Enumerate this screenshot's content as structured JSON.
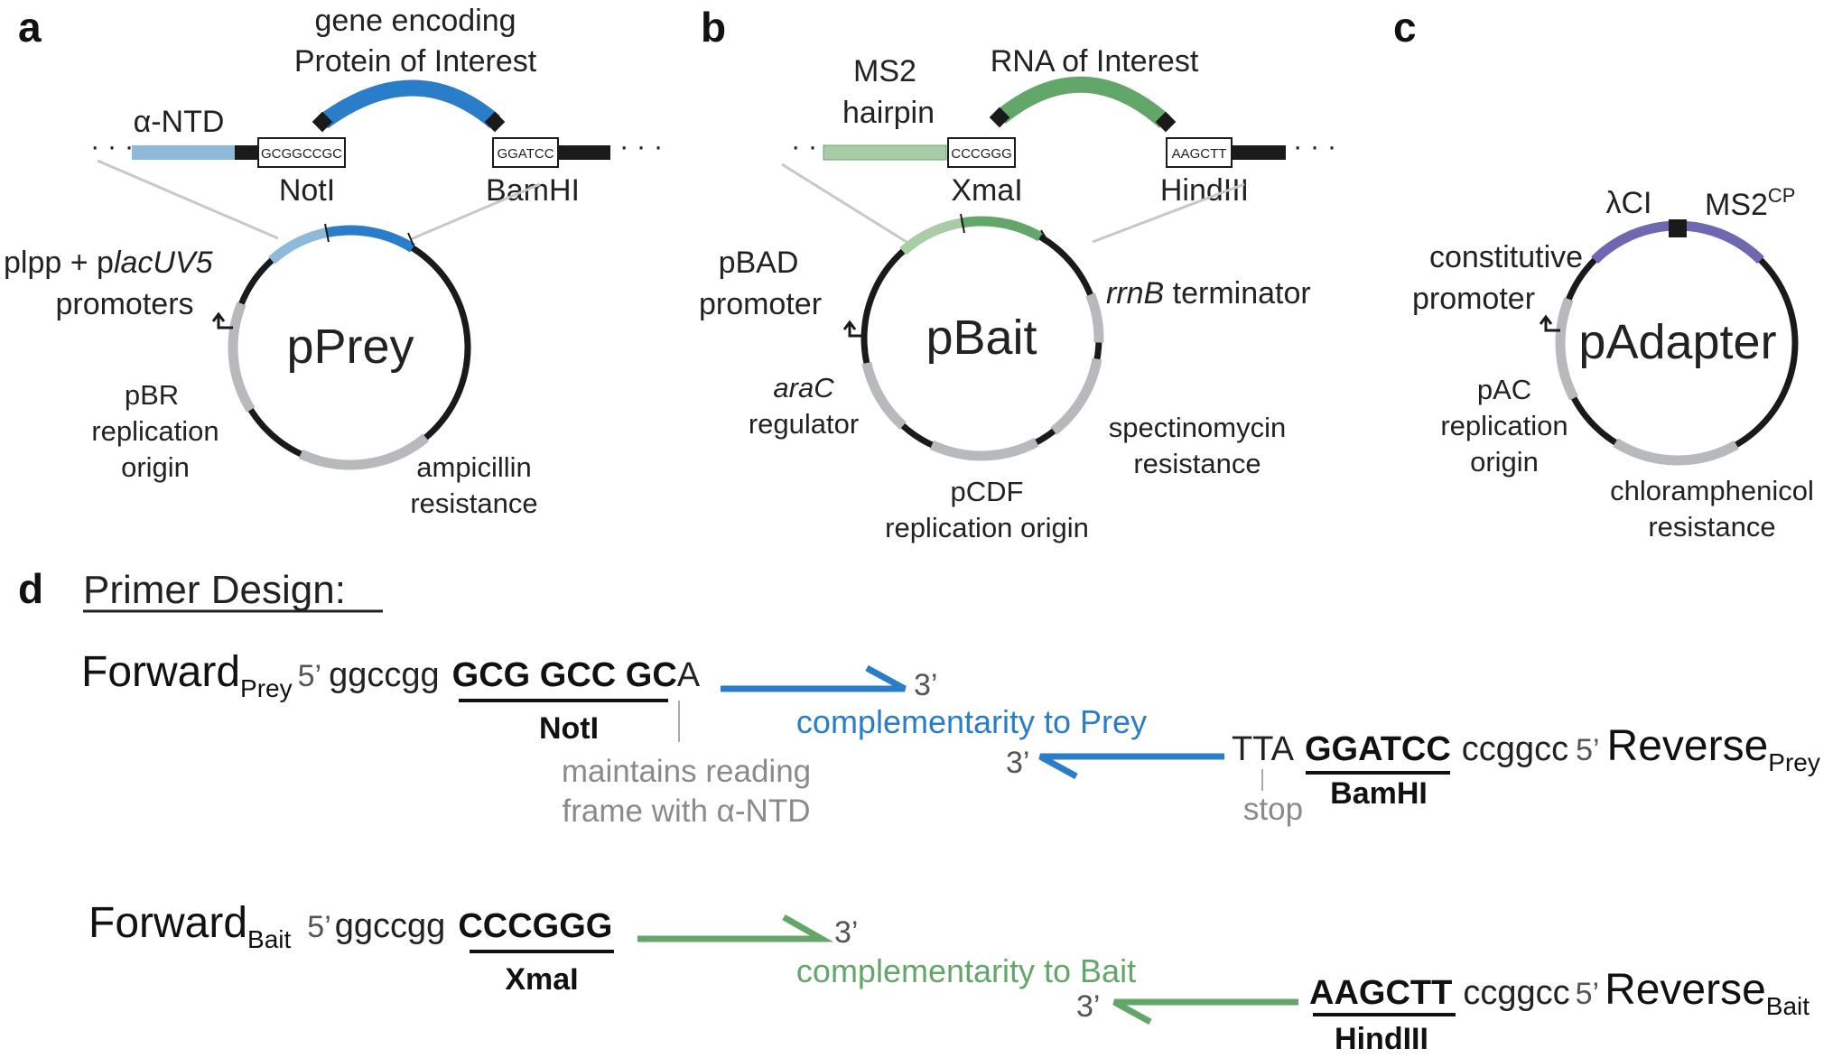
{
  "colors": {
    "blue": "#2a7dc9",
    "light_blue": "#8fb9d9",
    "green": "#63a66a",
    "light_green": "#a9cca6",
    "purple": "#6d68b0",
    "gray": "#b8b9bc",
    "black": "#1a1a1a",
    "note_gray": "#8a8a8a"
  },
  "panel_a": {
    "letter": "a",
    "gene_label_line1": "gene encoding",
    "gene_label_line2": "Protein of Interest",
    "alpha_ntd": "α-NTD",
    "seq_left": "GCGGCCGC",
    "seq_right": "GGATCC",
    "site_left": "NotI",
    "site_right": "BamHI",
    "dots": "· · ·",
    "promoter_line1_a": "plpp + p",
    "promoter_line1_b": "lacUV5",
    "promoter_line2": "promoters",
    "plasmid": "pPrey",
    "origin_line1": "pBR",
    "origin_line2": "replication",
    "origin_line3": "origin",
    "resistance_line1": "ampicillin",
    "resistance_line2": "resistance"
  },
  "panel_b": {
    "letter": "b",
    "hairpin_line1": "MS2",
    "hairpin_line2": "hairpin",
    "rna_label": "RNA of Interest",
    "seq_left": "CCCGGG",
    "seq_right": "AAGCTT",
    "site_left": "XmaI",
    "site_right": "HindIII",
    "dots": "· · ·",
    "promoter_line1": "pBAD",
    "promoter_line2": "promoter",
    "terminator_a": "rrnB",
    "terminator_b": " terminator",
    "plasmid": "pBait",
    "regulator_a": "araC",
    "regulator_b": "regulator",
    "spec_line1": "spectinomycin",
    "spec_line2": "resistance",
    "origin_line1": "pCDF",
    "origin_line2": "replication origin"
  },
  "panel_c": {
    "letter": "c",
    "lambda_ci": "λCI",
    "ms2_base": "MS2",
    "ms2_sup": "CP",
    "promoter_line1": "constitutive",
    "promoter_line2": "promoter",
    "plasmid": "pAdapter",
    "origin_line1": "pAC",
    "origin_line2": "replication",
    "origin_line3": "origin",
    "resistance_line1": "chloramphenicol",
    "resistance_line2": "resistance"
  },
  "panel_d": {
    "letter": "d",
    "heading": "Primer Design:",
    "fwd_prey": {
      "name": "Forward",
      "sub": "Prey",
      "five": "5’",
      "seq": "ggccgg",
      "site": "GCG GCC GC",
      "extra": "A",
      "three": "3’",
      "enzyme": "NotI"
    },
    "note_reading_line1": "maintains reading",
    "note_reading_line2": "frame with α-NTD",
    "comp_prey": "complementarity to Prey",
    "rev_prey": {
      "name": "Reverse",
      "sub": "Prey",
      "five": "5’",
      "seq": "ccggcc",
      "site": "GGATCC",
      "stop_codon": "TTA",
      "three": "3’",
      "enzyme": "BamHI",
      "stop_label": "stop"
    },
    "fwd_bait": {
      "name": "Forward",
      "sub": "Bait",
      "five": "5’",
      "seq": "ggccgg",
      "site": "CCCGGG",
      "three": "3’",
      "enzyme": "XmaI"
    },
    "comp_bait": "complementarity to Bait",
    "rev_bait": {
      "name": "Reverse",
      "sub": "Bait",
      "five": "5’",
      "seq": "ccggcc",
      "site": "AAGCTT",
      "three": "3’",
      "enzyme": "HindIII"
    }
  }
}
